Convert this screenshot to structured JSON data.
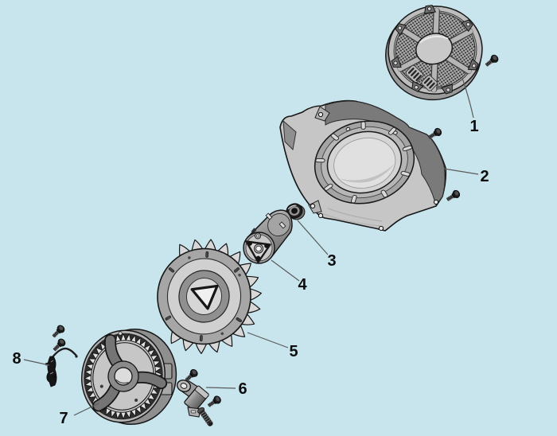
{
  "figure": {
    "kind": "exploded-parts-diagram",
    "background_color": "#c8e5ee",
    "label_color": "#0d0d0d",
    "leader_line_color": "#5a5a5a",
    "part_fill_light": "#c9c9c9",
    "part_fill_mid": "#9c9c9c",
    "part_fill_dark": "#757575",
    "part_outline": "#161616",
    "callouts": [
      {
        "number": "1"
      },
      {
        "number": "2"
      },
      {
        "number": "3"
      },
      {
        "number": "4"
      },
      {
        "number": "5"
      },
      {
        "number": "6"
      },
      {
        "number": "7"
      },
      {
        "number": "8"
      }
    ]
  }
}
